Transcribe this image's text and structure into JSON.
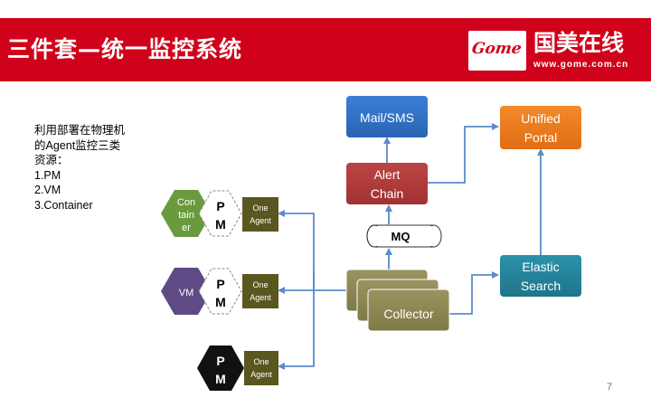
{
  "header": {
    "title": "三件套—统一监控系统",
    "logo_text": "Gome",
    "brand_name": "国美在线",
    "brand_url": "www.gome.com.cn"
  },
  "description": {
    "lines": [
      "利用部署在物理机",
      "的Agent监控三类",
      "资源：",
      "1.PM",
      "2.VM",
      "3.Container"
    ]
  },
  "diagram": {
    "mail_sms": "Mail/SMS",
    "unified_portal": [
      "Unified",
      "Portal"
    ],
    "alert_chain": [
      "Alert",
      "Chain"
    ],
    "mq": "MQ",
    "elastic_search": [
      "Elastic",
      "Search"
    ],
    "collector": "Collector",
    "container": [
      "Con",
      "tain",
      "er"
    ],
    "vm": "VM",
    "pm": [
      "P",
      "M"
    ],
    "one_agent": [
      "One",
      "Agent"
    ]
  },
  "page_number": "7",
  "colors": {
    "header_red": "#d0021b",
    "mail_blue": "#2e6fc4",
    "portal_orange": "#ee7b1e",
    "alert_red": "#b03a3a",
    "elastic_teal": "#23839b",
    "collector_olive": "#8b8552",
    "container_green": "#6a9a3e",
    "vm_purple": "#5e4a84",
    "pm_black": "#111111",
    "agent_olive": "#5a5620",
    "arrow_blue": "#5b8bc9"
  }
}
